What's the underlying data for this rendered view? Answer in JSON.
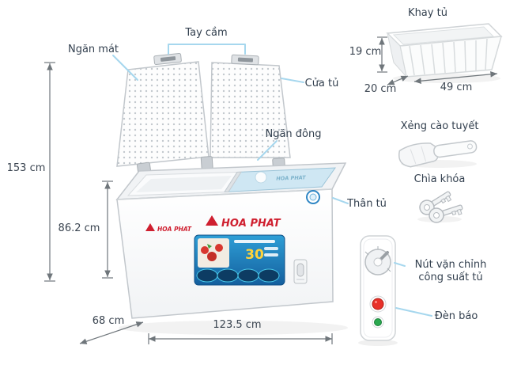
{
  "diagram": {
    "labels": {
      "khay_tu": "Khay tủ",
      "tay_cam": "Tay cầm",
      "ngan_mat": "Ngăn mát",
      "cua_tu": "Cửa tủ",
      "ngan_dong": "Ngăn đông",
      "than_tu": "Thân tủ",
      "xeng_cao_tuyet": "Xẻng cào tuyết",
      "chia_khoa": "Chìa khóa",
      "nut_van_line1": "Nút vặn chỉnh",
      "nut_van_line2": "công suất tủ",
      "den_bao": "Đèn báo"
    },
    "dimensions": {
      "total_height": "153 cm",
      "body_height": "86.2 cm",
      "depth": "68 cm",
      "width": "123.5 cm",
      "basket_height": "19 cm",
      "basket_depth": "20 cm",
      "basket_width": "49 cm"
    },
    "brand": {
      "logo_main": "HOA PHAT",
      "logo_small": "HOA PHAT",
      "glass_watermark": "HOA PHAT",
      "sticker_number": "30"
    },
    "colors": {
      "label_text": "#33404f",
      "leader_line": "#a6d7ee",
      "dimension_line": "#6f767b",
      "brand_red": "#cf1f2f",
      "sticker_blue_top": "#2e9fd6",
      "sticker_blue_bottom": "#145f9e",
      "indicator_red": "#e8312a",
      "indicator_green": "#2aa84f",
      "glass_blue": "#cfe7f3"
    }
  }
}
